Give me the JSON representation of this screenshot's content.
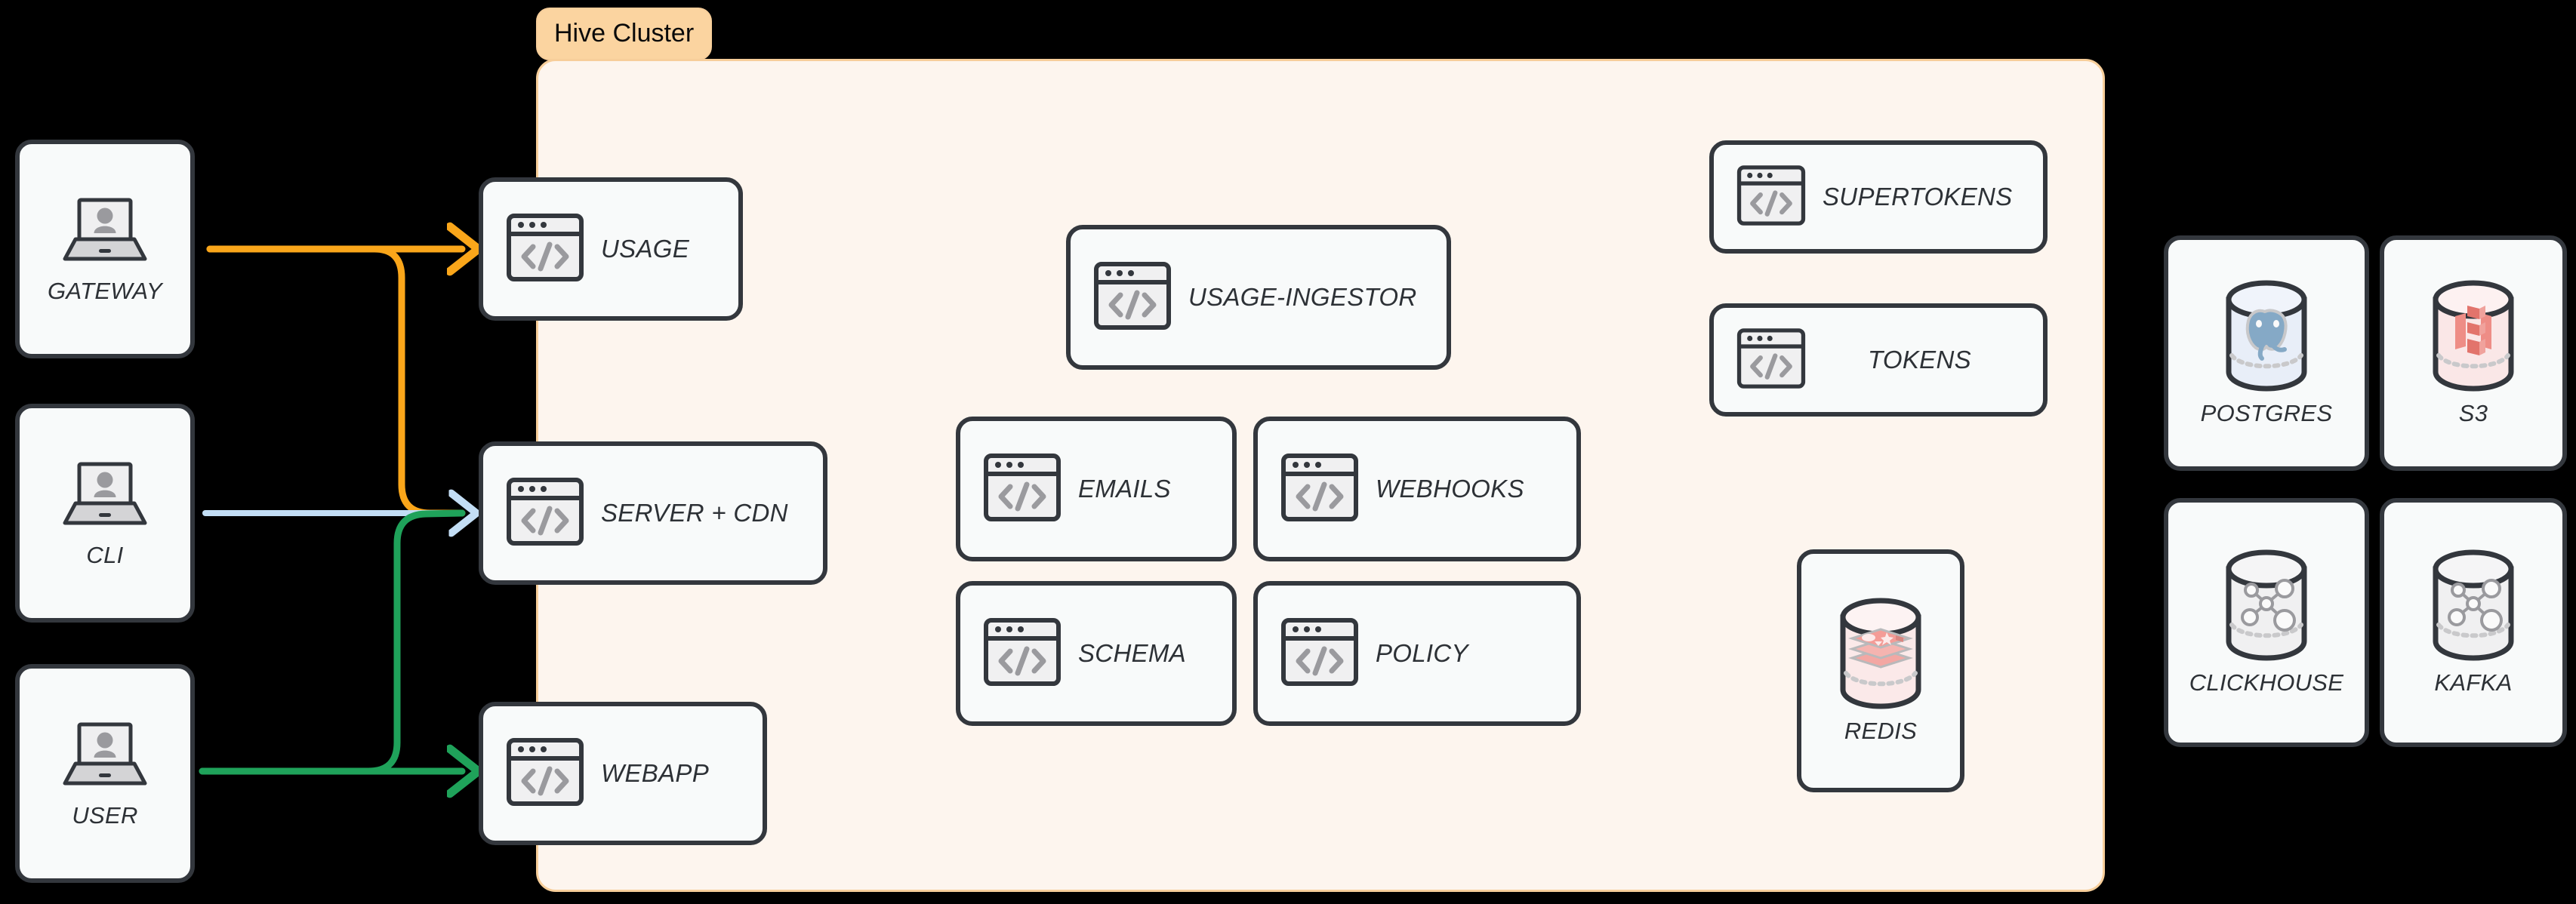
{
  "diagram": {
    "type": "architecture-diagram",
    "background_color": "#000000",
    "cluster": {
      "label": "Hive Cluster",
      "fill_color": "#FDF5EE",
      "border_color": "#F7CE9A",
      "badge_fill_color": "#FBD4A0",
      "badge_text_color": "#0A0A0A"
    },
    "card_style": {
      "fill_color": "#F8FAFA",
      "border_color": "#33373D"
    },
    "clients": [
      {
        "label": "GATEWAY",
        "icon": "laptop-user-icon"
      },
      {
        "label": "CLI",
        "icon": "laptop-user-icon"
      },
      {
        "label": "USER",
        "icon": "laptop-user-icon"
      }
    ],
    "edge_services": [
      {
        "label": "USAGE",
        "icon": "code-window-icon"
      },
      {
        "label": "SERVER + CDN",
        "icon": "code-window-icon"
      },
      {
        "label": "WEBAPP",
        "icon": "code-window-icon"
      }
    ],
    "core_services": [
      {
        "label": "USAGE-INGESTOR",
        "icon": "code-window-icon"
      },
      {
        "label": "EMAILS",
        "icon": "code-window-icon"
      },
      {
        "label": "WEBHOOKS",
        "icon": "code-window-icon"
      },
      {
        "label": "SCHEMA",
        "icon": "code-window-icon"
      },
      {
        "label": "POLICY",
        "icon": "code-window-icon"
      }
    ],
    "auth_services": [
      {
        "label": "SUPERTOKENS",
        "icon": "code-window-icon"
      },
      {
        "label": "TOKENS",
        "icon": "code-window-icon"
      }
    ],
    "cluster_datastores": [
      {
        "label": "REDIS",
        "icon": "redis-cylinder-icon"
      }
    ],
    "external_datastores": [
      {
        "label": "POSTGRES",
        "icon": "postgres-cylinder-icon"
      },
      {
        "label": "S3",
        "icon": "s3-cylinder-icon"
      },
      {
        "label": "CLICKHOUSE",
        "icon": "network-cylinder-icon"
      },
      {
        "label": "KAFKA",
        "icon": "network-cylinder-icon"
      }
    ],
    "connections": [
      {
        "from": "GATEWAY",
        "to": "USAGE",
        "color": "#FAA61A"
      },
      {
        "from": "GATEWAY",
        "to": "SERVER + CDN",
        "color": "#FAA61A"
      },
      {
        "from": "CLI",
        "to": "SERVER + CDN",
        "color": "#C3DEF5"
      },
      {
        "from": "USER",
        "to": "SERVER + CDN",
        "color": "#1FA25A"
      },
      {
        "from": "USER",
        "to": "WEBAPP",
        "color": "#1FA25A"
      }
    ]
  }
}
